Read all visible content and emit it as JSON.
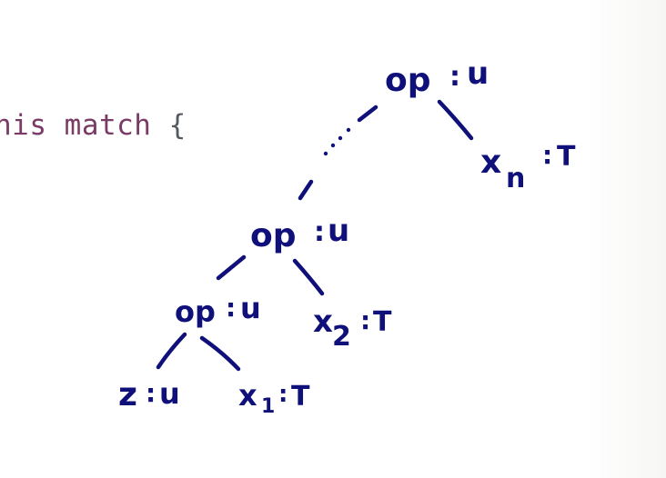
{
  "code": {
    "keyword_text": "his match",
    "brace": "{"
  },
  "tree": {
    "nodes": [
      {
        "id": "root-op",
        "label": "op",
        "type": "u"
      },
      {
        "id": "xn",
        "label": "x",
        "subscript": "n",
        "type": "T"
      },
      {
        "id": "mid-op",
        "label": "op",
        "type": "u"
      },
      {
        "id": "x2",
        "label": "x",
        "subscript": "2",
        "type": "T"
      },
      {
        "id": "low-op",
        "label": "op",
        "type": "u"
      },
      {
        "id": "z",
        "label": "z",
        "type": "u"
      },
      {
        "id": "x1",
        "label": "x",
        "subscript": "1",
        "type": "T"
      }
    ],
    "edges": [
      {
        "from": "root-op",
        "to": "xn"
      },
      {
        "from": "root-op",
        "to": "mid-op",
        "style": "dotted"
      },
      {
        "from": "mid-op",
        "to": "low-op"
      },
      {
        "from": "mid-op",
        "to": "x2"
      },
      {
        "from": "low-op",
        "to": "z"
      },
      {
        "from": "low-op",
        "to": "x1"
      }
    ],
    "separator": ":"
  }
}
